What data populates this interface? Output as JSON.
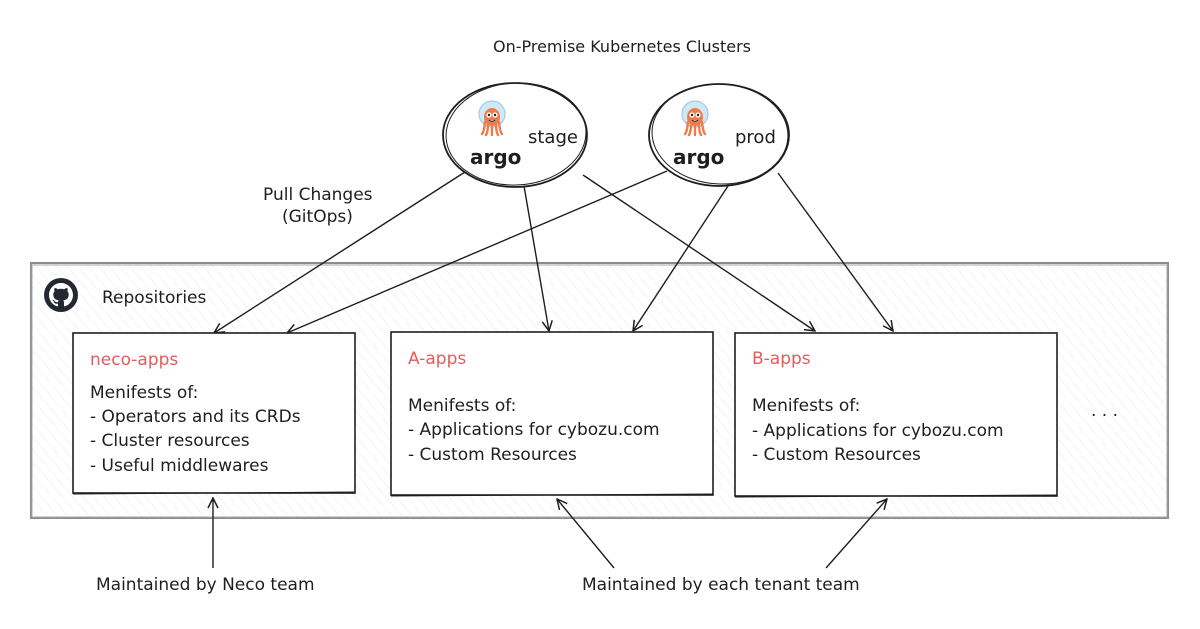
{
  "diagram": {
    "title": "On-Premise Kubernetes Clusters",
    "pull_label": [
      "Pull Changes",
      "(GitOps)"
    ],
    "clusters": [
      {
        "id": "stage",
        "name": "stage",
        "logo_text": "argo",
        "logo_icon": "argo-octopus-icon"
      },
      {
        "id": "prod",
        "name": "prod",
        "logo_text": "argo",
        "logo_icon": "argo-octopus-icon"
      }
    ],
    "repositories": {
      "label": "Repositories",
      "icon": "github-icon",
      "ellipsis": ". . .",
      "items": [
        {
          "name": "neco-apps",
          "heading": "Menifests of:",
          "lines": [
            "- Operators and its CRDs",
            "- Cluster resources",
            "- Useful middlewares"
          ]
        },
        {
          "name": "A-apps",
          "heading": "Menifests of:",
          "lines": [
            "- Applications for cybozu.com",
            "- Custom Resources"
          ]
        },
        {
          "name": "B-apps",
          "heading": "Menifests of:",
          "lines": [
            "- Applications for cybozu.com",
            "- Custom Resources"
          ]
        }
      ]
    },
    "annotations": {
      "neco": "Maintained by Neco team",
      "tenant": "Maintained by each tenant team"
    },
    "edges": [
      {
        "from": "stage",
        "to": "neco-apps"
      },
      {
        "from": "stage",
        "to": "A-apps"
      },
      {
        "from": "stage",
        "to": "B-apps"
      },
      {
        "from": "prod",
        "to": "neco-apps"
      },
      {
        "from": "prod",
        "to": "A-apps"
      },
      {
        "from": "prod",
        "to": "B-apps"
      },
      {
        "from": "Maintained by Neco team",
        "to": "neco-apps"
      },
      {
        "from": "Maintained by each tenant team",
        "to": "A-apps"
      },
      {
        "from": "Maintained by each tenant team",
        "to": "B-apps"
      }
    ],
    "colors": {
      "stroke": "#1e1e1e",
      "repo_name": "#e8595a",
      "argo_orange": "#ef7b4d",
      "helmet": "#cfe8f5",
      "container_border": "#8c8c8c",
      "hatch": "#e6e6e6"
    }
  }
}
